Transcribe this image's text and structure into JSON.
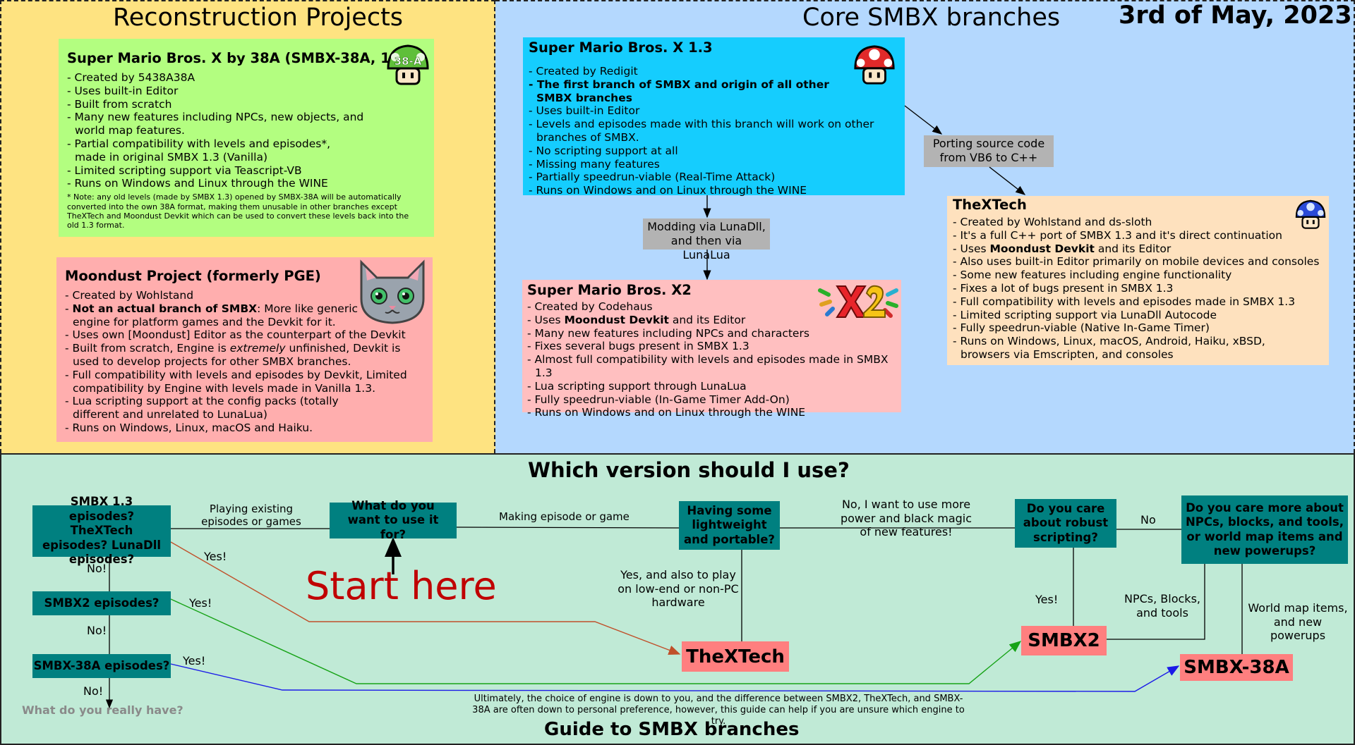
{
  "date": "3rd of May, 2023",
  "reconstruction": {
    "title": "Reconstruction Projects",
    "smbx38a": {
      "title": "Super Mario Bros. X by 38A (SMBX-38A, 1.4.x)",
      "avatar_label": "38-A",
      "items": [
        "- Created by 5438A38A",
        "- Uses built-in Editor",
        "- Built from scratch",
        "- Many new features including NPCs, new objects, and world map features.",
        "- Partial compatibility with levels and episodes*, made in original SMBX 1.3 (Vanilla)",
        "- Limited scripting support via Teascript-VB",
        "- Runs on Windows and Linux through the WINE"
      ],
      "note": "* Note: any old levels (made by SMBX 1.3) opened by SMBX-38A will be automatically converted into the own 38A format, making them unusable in other branches except TheXTech and Moondust Devkit which can be used to convert these levels back into the old 1.3 format."
    },
    "moondust": {
      "title": "Moondust Project (formerly PGE)",
      "items": {
        "created": "- Created by Wohlstand",
        "notbranch_pre": "- ",
        "notbranch_bold": "Not an actual branch of SMBX",
        "notbranch_post": ": More like generic engine for platform games and the Devkit for it.",
        "editor": "- Uses own [Moondust] Editor as the counterpart of the Devkit",
        "scratch_pre": "- Built from scratch, Engine is ",
        "scratch_em": "extremely",
        "scratch_post": " unfinished, Devkit is used to develop projects for other SMBX branches.",
        "compat": "- Full compatibility with levels and episodes by Devkit, Limited compatibility by Engine with levels made in Vanilla 1.3.",
        "lua": "- Lua scripting support at the config packs (totally different and unrelated to LunaLua)",
        "runs": "- Runs on Windows, Linux, macOS and Haiku."
      }
    }
  },
  "core": {
    "title": "Core SMBX branches",
    "smbx13": {
      "title": "Super Mario Bros. X 1.3",
      "items": {
        "created": "- Created by Redigit",
        "first": "- The first branch of SMBX and origin of all other SMBX branches",
        "editor": "- Uses built-in Editor",
        "levels": "- Levels and episodes made with this branch will work on other branches of SMBX.",
        "noscript": "- No scripting support at all",
        "missing": "- Missing many features",
        "speedrun": "- Partially speedrun-viable (Real-Time Attack)",
        "runs": "- Runs on Windows and on Linux through the WINE"
      }
    },
    "modding_label": "Modding via LunaDll, and then via LunaLua",
    "porting_label": "Porting source code from VB6 to C++",
    "x2": {
      "title": "Super Mario Bros. X2",
      "items": {
        "created": "- Created by Codehaus",
        "uses_pre": "- Uses ",
        "uses_bold": "Moondust Devkit",
        "uses_post": " and its Editor",
        "features": "- Many new features including NPCs and characters",
        "bugs": "- Fixes several bugs present in SMBX 1.3",
        "compat": "- Almost full compatibility with levels and episodes made in SMBX 1.3",
        "lua": "- Lua scripting support through LunaLua",
        "speedrun": "- Fully speedrun-viable (In-Game Timer Add-On)",
        "runs": "- Runs on Windows and on Linux through the WINE"
      }
    },
    "thextech": {
      "title": "TheXTech",
      "items": {
        "created": "- Created by Wohlstand and ds-sloth",
        "port": "- It's a full C++ port of SMBX 1.3 and it's direct continuation",
        "uses_pre": "- Uses ",
        "uses_bold": "Moondust Devkit",
        "uses_post": " and its Editor",
        "editor": "- Also uses built-in Editor primarily on mobile devices and consoles",
        "features": "- Some new features including engine functionality",
        "bugs": "- Fixes a lot of bugs present in SMBX 1.3",
        "compat": "- Full compatibility with levels and episodes made in SMBX 1.3",
        "script": "- Limited scripting support via LunaDll Autocode",
        "speedrun": "- Fully speedrun-viable (Native In-Game Timer)",
        "runs": "- Runs on Windows, Linux, macOS, Android, Haiku, xBSD, browsers via Emscripten, and consoles"
      }
    }
  },
  "guide": {
    "title": "Which version should I use?",
    "bottom_title": "Guide to SMBX branches",
    "start_here": "Start here",
    "footer": "Ultimately, the choice of engine is down to you, and the difference between SMBX2, TheXTech, and SMBX-38A are often down to personal preference, however, this guide can help if you are unsure which engine to try.",
    "nodes": {
      "existing": "SMBX 1.3 episodes? TheXTech episodes? LunaDll episodes?",
      "smbx2q": "SMBX2 episodes?",
      "s38q": "SMBX-38A episodes?",
      "what_for": "What do you want to use it for?",
      "lightweight": "Having some lightweight and portable?",
      "robust": "Do you care about robust scripting?",
      "npcs": "Do you care more about NPCs, blocks, and tools, or world map items and new powerups?"
    },
    "results": {
      "thextech": "TheXTech",
      "smbx2": "SMBX2",
      "smbx38a": "SMBX-38A"
    },
    "unknown": "What do you really have?",
    "edges": {
      "playing": "Playing existing episodes or games",
      "making": "Making episode or game",
      "no_power": "No, I want to use more power and black magic of new features!",
      "no": "No",
      "yes_lowend": "Yes, and also to play on low-end or non-PC hardware",
      "yes1": "Yes!",
      "yes2": "Yes!",
      "yes3": "Yes!",
      "yes_robust": "Yes!",
      "no1": "No!",
      "no2": "No!",
      "no3": "No!",
      "npcs_blocks": "NPCs, Blocks, and tools",
      "world_map": "World map items, and new powerups"
    }
  },
  "colors": {
    "left_bg": "#fee381",
    "right_bg": "#b4d8fe",
    "bottom_bg": "#c0ead6",
    "card_38a": "#b3fe80",
    "card_moondust": "#ffaeae",
    "card_smbx13": "#15cdfe",
    "card_x2": "#ffbfc0",
    "card_thextech": "#fee1be",
    "node_teal": "#008080",
    "result_red": "#ff7f7f",
    "start_red": "#c00000",
    "edge_brown": "#c0502a",
    "edge_green": "#17a317",
    "edge_blue": "#1a1ae8"
  }
}
